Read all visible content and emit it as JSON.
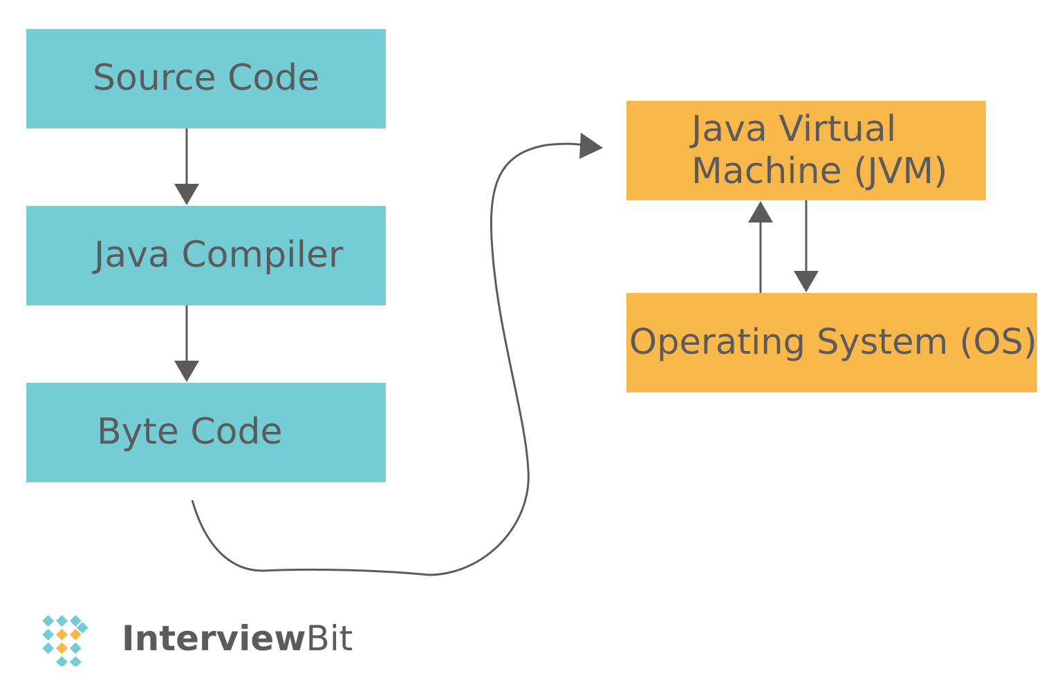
{
  "nodes": {
    "source_code": "Source Code",
    "java_compiler": "Java Compiler",
    "byte_code": "Byte Code",
    "jvm_line1": "Java Virtual",
    "jvm_line2": "Machine (JVM)",
    "os": "Operating System (OS)"
  },
  "logo": {
    "word_bold": "Interview",
    "word_regular": "Bit"
  },
  "colors": {
    "teal": "#74ccd4",
    "amber": "#fbb84a",
    "text": "#5b5b5b",
    "arrow": "#5b5b5b"
  }
}
